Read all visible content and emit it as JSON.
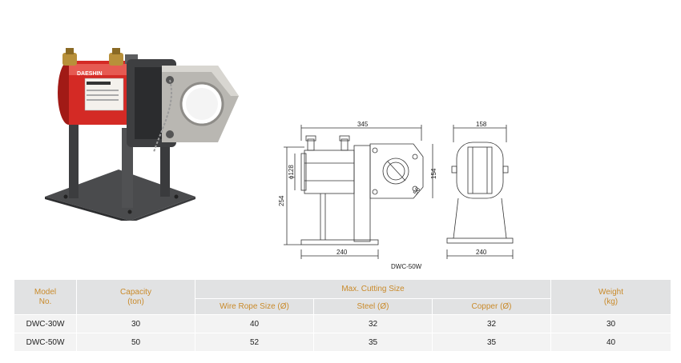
{
  "product": {
    "drawing_label": "DWC-50W",
    "brand_tag": "DAESHIN"
  },
  "dimensions": {
    "top_width": "345",
    "side_top_width": "158",
    "bottom_width_front": "240",
    "bottom_width_side": "240",
    "diameter": "ϕ128",
    "height_total": "254",
    "jaw_height": "154",
    "jaw_angle": "56"
  },
  "table": {
    "headers": {
      "model": "Model No.",
      "model_line1": "Model",
      "model_line2": "No.",
      "capacity_line1": "Capacity",
      "capacity_line2": "(ton)",
      "max_cutting": "Max. Cutting Size",
      "wire_rope": "Wire Rope Size (Ø)",
      "steel": "Steel (Ø)",
      "copper": "Copper (Ø)",
      "weight_line1": "Weight",
      "weight_line2": "(kg)"
    },
    "rows": [
      {
        "model": "DWC-30W",
        "capacity": "30",
        "wire_rope": "40",
        "steel": "32",
        "copper": "32",
        "weight": "30"
      },
      {
        "model": "DWC-50W",
        "capacity": "50",
        "wire_rope": "52",
        "steel": "35",
        "copper": "35",
        "weight": "40"
      }
    ]
  },
  "colors": {
    "cylinder": "#d42a25",
    "header_bg": "#e1e2e3",
    "header_text": "#c98a2a",
    "row_bg": "#f3f3f3"
  }
}
